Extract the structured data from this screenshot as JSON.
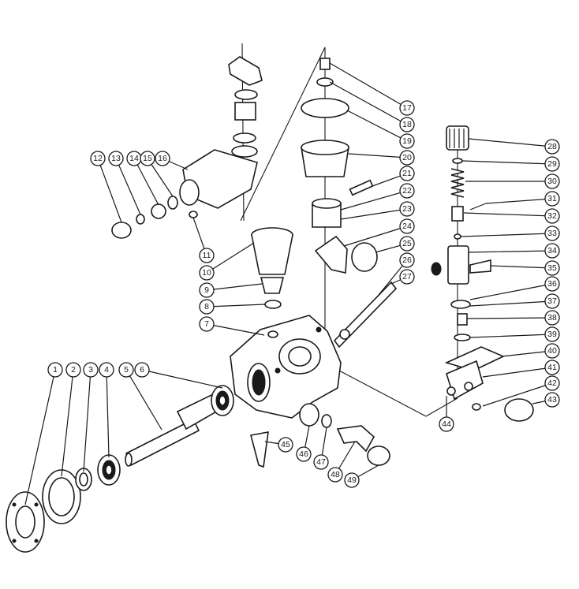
{
  "diagram": {
    "labels": [
      "1",
      "2",
      "3",
      "4",
      "5",
      "6",
      "7",
      "8",
      "9",
      "10",
      "11",
      "12",
      "13",
      "14",
      "15",
      "16",
      "17",
      "18",
      "19",
      "20",
      "21",
      "22",
      "23",
      "24",
      "25",
      "26",
      "27",
      "28",
      "29",
      "30",
      "31",
      "32",
      "33",
      "34",
      "35",
      "36",
      "37",
      "38",
      "39",
      "40",
      "41",
      "42",
      "43",
      "44",
      "45",
      "46",
      "47",
      "48",
      "49"
    ]
  }
}
